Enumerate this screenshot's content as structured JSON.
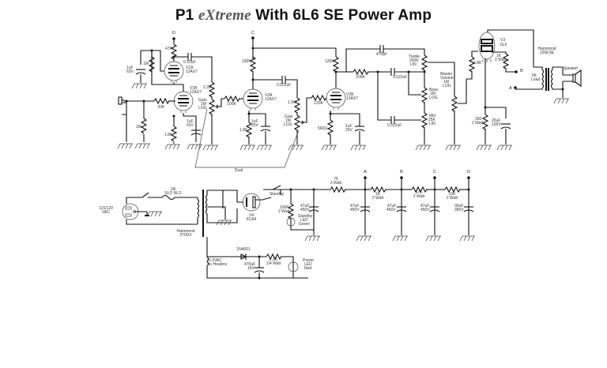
{
  "title": {
    "prefix": "P1",
    "brand": "eXtreme",
    "suffix": "With 6L6 SE Power Amp"
  },
  "preamp": {
    "input": {
      "resistor": "33K",
      "grid_leak": "1M"
    },
    "v1a": {
      "name": "V1A",
      "type": "12AX7",
      "plate_resistor": "47K",
      "coupling_cap": "0.15uF",
      "bypass_cap": [
        "1uF",
        "63V"
      ],
      "grid_resistor": "1M",
      "node": "D"
    },
    "v1b": {
      "name": "V1B",
      "type": "12AX7",
      "cathode_resistor": "1.8K",
      "bypass_cap": [
        "1uF",
        "63V"
      ]
    },
    "gain1": {
      "series": "2.2K",
      "pot": [
        "Gain",
        "1M",
        "LOG"
      ],
      "grid_stopper": "100K"
    },
    "v2a": {
      "name": "V2A",
      "type": "12AX7",
      "plate_resistor": "100K",
      "coupling_cap": "0.022uF",
      "cathode_resistor": "1.8K",
      "bypass_cap": [
        "1uF",
        "25V"
      ],
      "node": "C"
    },
    "gain2": {
      "series": "1.5K",
      "pot": [
        "Gain",
        "1M",
        "LOG"
      ],
      "grid_stopper": "120K"
    },
    "v2b": {
      "name": "V2B",
      "type": "12AX7",
      "plate_resistor": "120K",
      "cathode_resistor": "560Ω",
      "bypass_cap": [
        "1uF",
        "25V"
      ]
    },
    "tone": {
      "bright_cap": "470pF",
      "slope_resistor": "100K",
      "bass_cap": "0.022uF",
      "mid_cap": "0.022uF",
      "treble": [
        "Treble",
        "250K",
        "LIN"
      ],
      "bass": [
        "Bass",
        "1M",
        "LOG"
      ],
      "mid": [
        "Mid",
        "25K",
        "LIN"
      ]
    },
    "master": [
      "Master",
      "Volume",
      "1M",
      "LOG"
    ],
    "dual_label": "Dual"
  },
  "power_amp": {
    "v3": {
      "name": "V3",
      "type": "6L6",
      "grid_stopper": "6.8K",
      "screen_resistor": [
        "1K",
        "2 Watt"
      ],
      "cathode_resistor": [
        "330",
        "2 Watt"
      ],
      "cathode_cap": [
        "25uF",
        "100V"
      ]
    },
    "output_transformer": {
      "name": [
        "Hammond",
        "125ESE"
      ],
      "load": [
        "5K",
        "Load"
      ]
    },
    "speaker": "Speaker",
    "nodes": {
      "plate_supply": "A",
      "screen_supply": "B"
    }
  },
  "power_supply": {
    "mains": [
      "115/120",
      "VAC"
    ],
    "fuse": [
      "2A",
      "SLO BLO"
    ],
    "power_transformer": [
      "Hammond",
      "270DX"
    ],
    "rectifier": {
      "name": "V4",
      "type": "6CA4"
    },
    "standby": "Standby",
    "standby_led": {
      "resistor": [
        "100K",
        "2 Watt"
      ],
      "label": [
        "Standby",
        "LED",
        "Green"
      ]
    },
    "first_cap": [
      "47uF",
      "450V"
    ],
    "choke_resistor": [
      "75",
      "3 Watt"
    ],
    "nodes": [
      {
        "id": "A",
        "cap": [
          "47uF",
          "450V"
        ],
        "resistor": [
          "1K",
          "2 Watt"
        ]
      },
      {
        "id": "B",
        "cap": [
          "47uF",
          "450V"
        ],
        "resistor": [
          "47K",
          "2 Watt"
        ]
      },
      {
        "id": "C",
        "cap": [
          "47uF",
          "450V"
        ],
        "resistor": [
          "10K",
          "2 Watt"
        ]
      },
      {
        "id": "D",
        "cap": [
          "30uF",
          "350V"
        ]
      }
    ],
    "heater": {
      "winding": [
        "6.3VAC",
        "to Heaters"
      ],
      "diode": "1N4001",
      "cap": [
        "470uF",
        "16V"
      ],
      "resistor": [
        "2.2K",
        "1/4 Watt"
      ],
      "led": [
        "Power",
        "LED",
        "Red"
      ]
    }
  }
}
